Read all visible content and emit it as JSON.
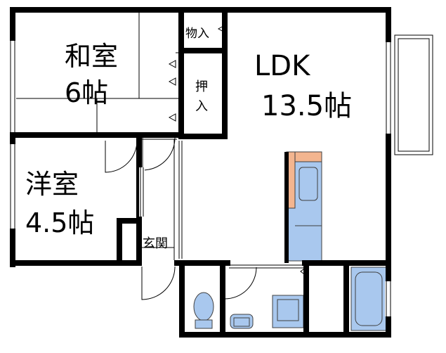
{
  "rooms": {
    "washitsu": {
      "name": "和室",
      "size": "6帖"
    },
    "youshitsu": {
      "name": "洋室",
      "size": "4.5帖"
    },
    "ldk": {
      "name": "LDK",
      "size": "13.5帖"
    }
  },
  "storage": {
    "monoire": "物入",
    "oshiire_1": "押",
    "oshiire_2": "入"
  },
  "entrance": "玄関",
  "colors": {
    "wall": "#000000",
    "fixture_fill": "#a9c8ee",
    "fixture_stroke": "#404040",
    "counter_accent": "#f3b58f"
  }
}
